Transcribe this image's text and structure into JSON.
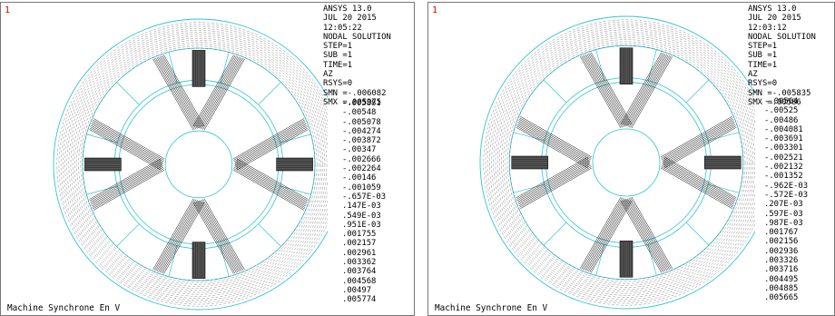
{
  "panels": [
    {
      "window_number": "1",
      "info": [
        "ANSYS 13.0",
        "JUL 20 2015",
        "12:05:22",
        "NODAL SOLUTION",
        "STEP=1",
        "SUB =1",
        "TIME=1",
        "AZ",
        "RSYS=0",
        "SMN =-.006082",
        "SMX =.005975"
      ],
      "legend": [
        "-.005881",
        "-.00548",
        "-.005078",
        "-.004274",
        "-.003872",
        "-.00347",
        "-.002666",
        "-.002264",
        "-.00146",
        "-.001059",
        "-.657E-03",
        ".147E-03",
        ".549E-03",
        ".951E-03",
        ".001755",
        ".002157",
        ".002961",
        ".003362",
        ".003764",
        ".004568",
        ".00497",
        ".005774"
      ],
      "caption": "Machine Synchrone En V"
    },
    {
      "window_number": "1",
      "info": [
        "ANSYS 13.0",
        "JUL 20 2015",
        "12:03:12",
        "NODAL SOLUTION",
        "STEP=1",
        "SUB =1",
        "TIME=1",
        "AZ",
        "RSYS=0",
        "SMN =-.005835",
        "SMX =.00586"
      ],
      "legend": [
        "-.00564",
        "-.00525",
        "-.00486",
        "-.004081",
        "-.003691",
        "-.003301",
        "-.002521",
        "-.002132",
        "-.001352",
        "-.962E-03",
        "-.572E-03",
        ".207E-03",
        ".597E-03",
        ".987E-03",
        ".001767",
        ".002156",
        ".002936",
        ".003326",
        ".003716",
        ".004495",
        ".004885",
        ".005665"
      ],
      "caption": "Machine Synchrone En V"
    }
  ],
  "colors": {
    "geometry": "#2ec4d4",
    "contours": "#111111",
    "window_number": "#e00000"
  }
}
